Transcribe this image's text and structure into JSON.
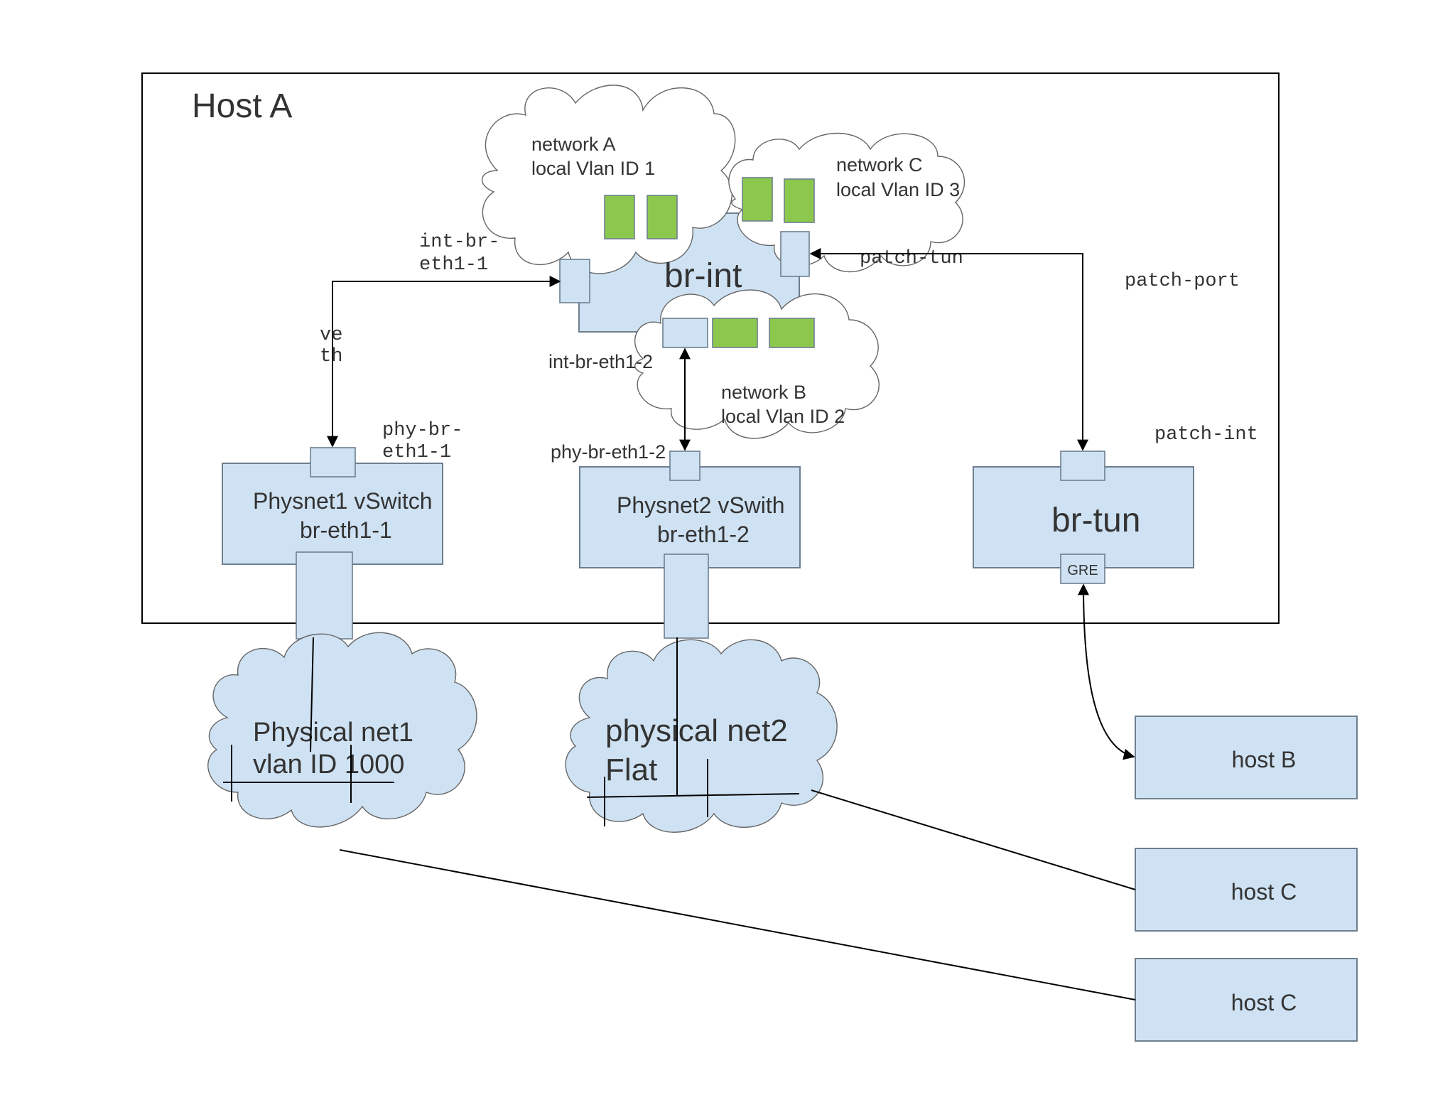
{
  "host_a": {
    "title": "Host A"
  },
  "bridges": {
    "br_int": "br-int",
    "br_tun": "br-tun",
    "gre_port": "GRE",
    "physnet1": {
      "line1": "Physnet1 vSwitch",
      "line2": "br-eth1-1"
    },
    "physnet2": {
      "line1": "Physnet2 vSwith",
      "line2": "br-eth1-2"
    }
  },
  "networks": {
    "a": {
      "line1": "network A",
      "line2": "local Vlan ID 1"
    },
    "b": {
      "line1": "network B",
      "line2": "local Vlan ID 2"
    },
    "c": {
      "line1": "network C",
      "line2": "local Vlan ID 3"
    }
  },
  "port_labels": {
    "int_br_eth1_1": {
      "line1": "int-br-",
      "line2": "eth1-1"
    },
    "int_br_eth1_2": "int-br-eth1-2",
    "phy_br_eth1_1": {
      "line1": "phy-br-",
      "line2": "eth1-1"
    },
    "phy_br_eth1_2": "phy-br-eth1-2",
    "patch_tun": "patch-tun",
    "patch_port": "patch-port",
    "patch_int": "patch-int",
    "veth": {
      "line1": "ve",
      "line2": "th"
    }
  },
  "physical_nets": {
    "net1": {
      "line1": "Physical net1",
      "line2": "vlan ID 1000"
    },
    "net2": {
      "line1": "physical net2",
      "line2": "Flat"
    }
  },
  "hosts": [
    "host B",
    "host C",
    "host C"
  ],
  "colors": {
    "box_fill": "#cfe2f3",
    "vlan_port": "#8dc84e",
    "outline": "#6d7f8f"
  }
}
